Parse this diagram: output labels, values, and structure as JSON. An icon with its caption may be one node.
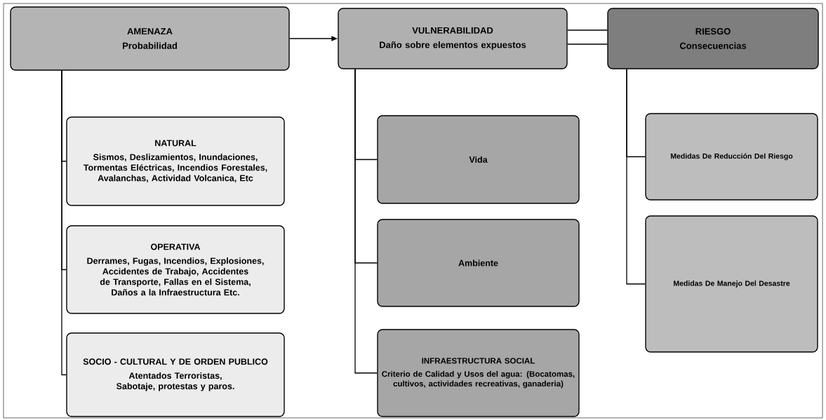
{
  "diagram": {
    "nodes": [
      {
        "text": [
          "AMENAZA",
          "Probabilidad"
        ]
      },
      {
        "text": [
          "VULNERABILIDAD",
          "Daño sobre elementos expuestos"
        ]
      },
      {
        "text": [
          "RIESGO",
          "Consecuencias"
        ]
      },
      {
        "text": [
          "NATURAL",
          "Sismos, Deslizamientos, Inundaciones, Tormentas Eléctricas, Incendios Forestales, Avalanchas, Actividad Volcanica, Etc"
        ]
      },
      {
        "text": [
          "OPERATIVA",
          "Derrames, Fugas, Incendios, Explosiones, Accidentes de Trabajo, Accidentes de Transporte, Fallas en el Sistema, Daños a la Infraestructura Etc."
        ]
      },
      {
        "text": [
          "SOCIO - CULTURAL Y DE ORDEN PUBLICO",
          "Atentados Terroristas, Sabotaje, protestas y paros."
        ]
      },
      {
        "text": [
          "Vida"
        ]
      },
      {
        "text": [
          "Ambiente"
        ]
      },
      {
        "text": [
          "INFRAESTRUCTURA SOCIAL",
          "Criterio de Calidad y Usos del agua: (Bocatomas, cultivos, actividades recreativas, ganaderia)"
        ]
      },
      {
        "text": [
          "Medidas De Reducción Del Riesgo"
        ]
      },
      {
        "text": [
          "Medidas De Manejo Del Desastre"
        ]
      }
    ],
    "edges": [
      {
        "from": 0,
        "to": 1,
        "arrow": "to"
      },
      {
        "from": 1,
        "to": 2,
        "arrow": "none"
      },
      {
        "from": 1,
        "to": 2,
        "arrow": "none"
      },
      {
        "from": 0,
        "to": 3,
        "arrow": "none"
      },
      {
        "from": 0,
        "to": 4,
        "arrow": "none"
      },
      {
        "from": 0,
        "to": 5,
        "arrow": "none"
      },
      {
        "from": 1,
        "to": 6,
        "arrow": "none"
      },
      {
        "from": 1,
        "to": 7,
        "arrow": "none"
      },
      {
        "from": 1,
        "to": 8,
        "arrow": "none"
      },
      {
        "from": 2,
        "to": 9,
        "arrow": "none"
      },
      {
        "from": 2,
        "to": 10,
        "arrow": "none"
      }
    ]
  }
}
